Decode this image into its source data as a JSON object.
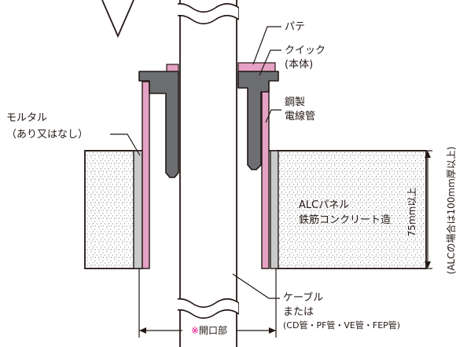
{
  "labels": {
    "putty": "パテ",
    "quick_1": "クイック",
    "quick_2": "(本体)",
    "steel_1": "鋼製",
    "steel_2": "電線管",
    "mortar_1": "モルタル",
    "mortar_2": "（あり又はなし）",
    "alc_1": "ALCパネル",
    "alc_2": "鉄筋コンクリート造",
    "thickness_75": "75mm以上",
    "thickness_alc": "(ALCの場合は100mm厚以上)",
    "cable_1": "ケーブル",
    "cable_2": "または",
    "cable_3": "(CD管・PF管・VE管・FEP管)",
    "opening_mark": "※",
    "opening_text": "開口部"
  },
  "colors": {
    "outline": "#231815",
    "quick_body": "#6d6e71",
    "putty": "#e5a2c4",
    "mortar": "#c9caca",
    "accent": "#e8007d"
  }
}
